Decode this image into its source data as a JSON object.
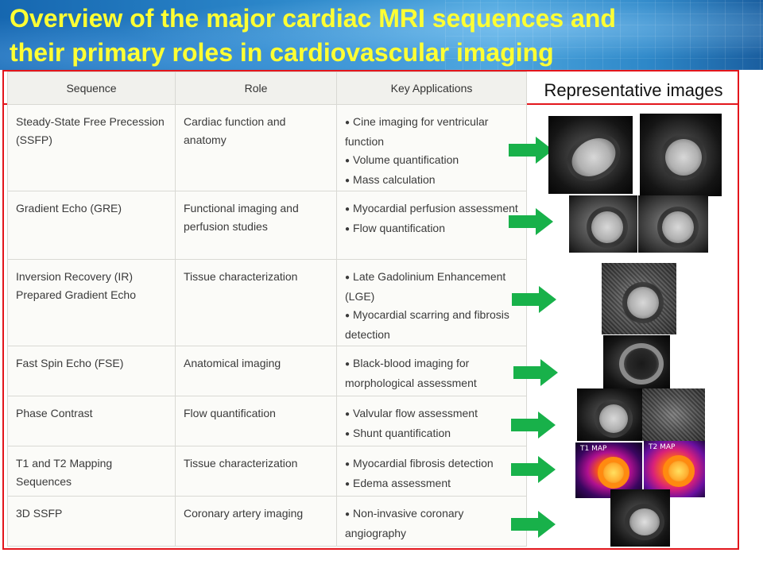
{
  "title": {
    "line1": "Overview of the major cardiac MRI sequences and",
    "line2": "their primary roles in cardiovascular imaging"
  },
  "images_label": "Representative images",
  "table": {
    "headers": [
      "Sequence",
      "Role",
      "Key Applications"
    ],
    "rows": [
      {
        "sequence": "Steady-State Free Precession (SSFP)",
        "role": "Cardiac function and anatomy",
        "applications": [
          "Cine imaging for ventricular function",
          "Volume quantification",
          "Mass calculation"
        ]
      },
      {
        "sequence": "Gradient Echo (GRE)",
        "role": "Functional imaging and perfusion studies",
        "applications": [
          "Myocardial perfusion assessment",
          "Flow quantification"
        ]
      },
      {
        "sequence": "Inversion Recovery (IR) Prepared Gradient Echo",
        "role": "Tissue characterization",
        "applications": [
          "Late Gadolinium Enhancement (LGE)",
          "Myocardial scarring and fibrosis detection"
        ]
      },
      {
        "sequence": "Fast Spin Echo (FSE)",
        "role": "Anatomical imaging",
        "applications": [
          "Black-blood imaging for morphological assessment"
        ]
      },
      {
        "sequence": "Phase Contrast",
        "role": "Flow quantification",
        "applications": [
          "Valvular flow assessment",
          "Shunt quantification"
        ]
      },
      {
        "sequence": "T1 and T2 Mapping Sequences",
        "role": "Tissue characterization",
        "applications": [
          "Myocardial fibrosis detection",
          "Edema assessment"
        ]
      },
      {
        "sequence": "3D SSFP",
        "role": "Coronary artery imaging",
        "applications": [
          "Non-invasive coronary angiography"
        ]
      }
    ]
  },
  "map_labels": {
    "t1": "T1 MAP",
    "t2": "T2 MAP"
  },
  "colors": {
    "title": "#ffff33",
    "frame": "#e3161c",
    "arrow": "#18b14a"
  }
}
